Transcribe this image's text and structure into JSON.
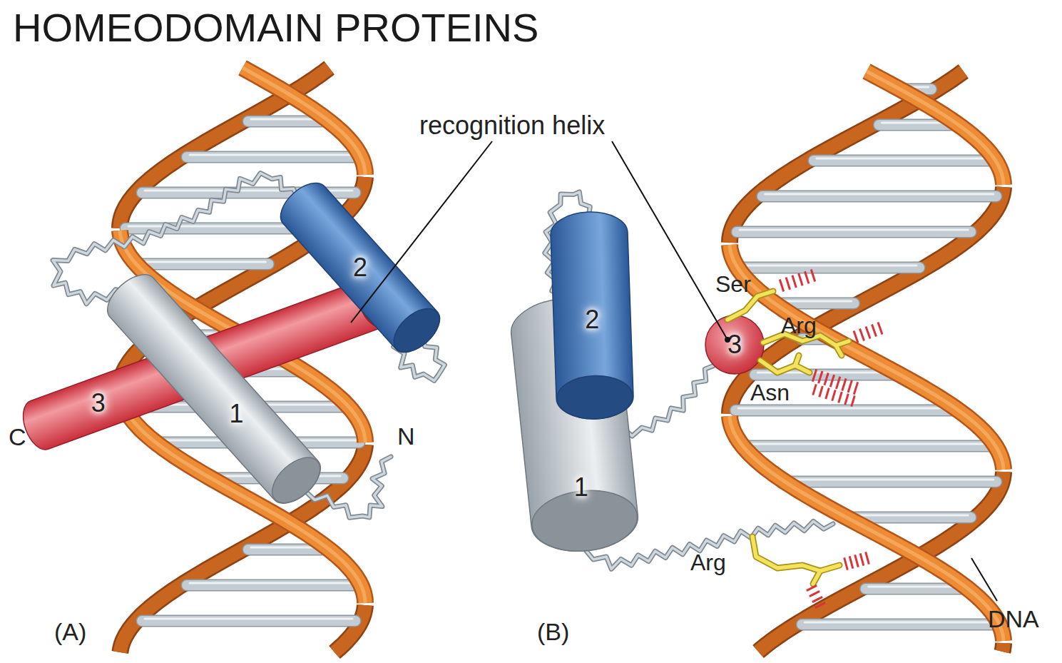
{
  "diagram": {
    "title": "HOMEODOMAIN PROTEINS",
    "nodes": [
      {
        "text": [
          "1"
        ]
      },
      {
        "text": [
          "2"
        ]
      },
      {
        "text": [
          "3"
        ]
      },
      {
        "text": [
          "2"
        ]
      },
      {
        "text": [
          "1"
        ]
      },
      {
        "text": [
          "3"
        ]
      }
    ],
    "edges": [
      {
        "from": 0,
        "to": 1,
        "arrow": "none"
      },
      {
        "from": 1,
        "to": 2,
        "arrow": "none"
      },
      {
        "from": 4,
        "to": 3,
        "arrow": "none"
      },
      {
        "from": 3,
        "to": 5,
        "arrow": "none"
      }
    ],
    "labels": [
      "recognition helix",
      "C",
      "N",
      "Ser",
      "Arg",
      "Asn",
      "Arg",
      "DNA",
      "(A)",
      "(B)"
    ]
  }
}
